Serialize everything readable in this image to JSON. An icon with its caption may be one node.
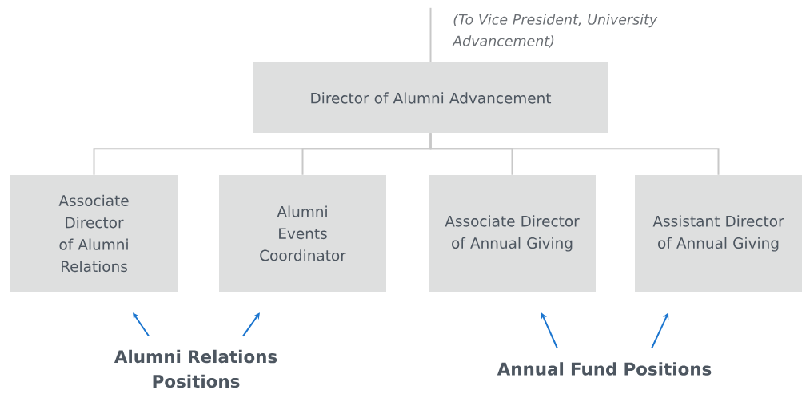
{
  "diagram": {
    "nodes": [
      {
        "text": [
          "Director of Alumni Advancement"
        ],
        "beside": [
          "(To Vice President, University Advancement)"
        ]
      },
      {
        "text": [
          "Associate Director of Alumni Relations"
        ]
      },
      {
        "text": [
          "Alumni Events Coordinator"
        ]
      },
      {
        "text": [
          "Associate Director of Annual Giving"
        ]
      },
      {
        "text": [
          "Assistant Director of Annual Giving"
        ]
      },
      {
        "text": [
          "Alumni Relations Positions"
        ]
      },
      {
        "text": [
          "Annual Fund Positions"
        ]
      }
    ],
    "edges": [
      {
        "from": 0,
        "to": 1,
        "arrow": "none"
      },
      {
        "from": 0,
        "to": 2,
        "arrow": "none"
      },
      {
        "from": 0,
        "to": 3,
        "arrow": "none"
      },
      {
        "from": 0,
        "to": 4,
        "arrow": "none"
      },
      {
        "from": 0,
        "to": null,
        "arrow": "none"
      },
      {
        "from": 5,
        "to": 1,
        "arrow": "to",
        "color": "#1b75cf"
      },
      {
        "from": 5,
        "to": 2,
        "arrow": "to",
        "color": "#1b75cf"
      },
      {
        "from": 6,
        "to": 3,
        "arrow": "to",
        "color": "#1b75cf"
      },
      {
        "from": 6,
        "to": 4,
        "arrow": "to",
        "color": "#1b75cf"
      }
    ]
  }
}
